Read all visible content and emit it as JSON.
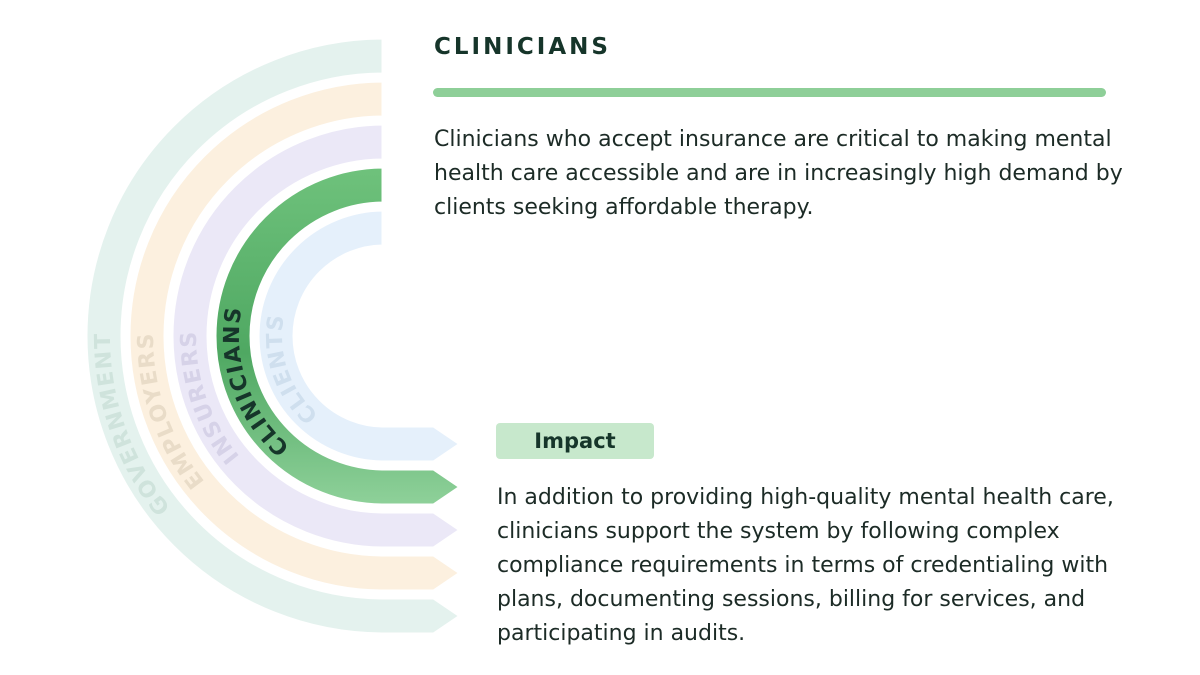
{
  "diagram": {
    "rings": [
      {
        "label": "GOVERNMENT",
        "fill": "#e4f2ee",
        "text_color": "#cfe3dc",
        "active": false
      },
      {
        "label": "EMPLOYERS",
        "fill": "#fcf0df",
        "text_color": "#e9dcc8",
        "active": false
      },
      {
        "label": "INSURERS",
        "fill": "#ebe8f7",
        "text_color": "#d6d2e8",
        "active": false
      },
      {
        "label": "CLINICIANS",
        "fill": "#5fb86e",
        "text_color": "#16352a",
        "active": true
      },
      {
        "label": "CLIENTS",
        "fill": "#e5f0fb",
        "text_color": "#cfdfee",
        "active": false
      }
    ]
  },
  "section": {
    "title": "CLINICIANS",
    "description": "Clinicians who accept insurance are critical to making mental health care accessible and are in increasingly high demand by clients seeking affordable therapy.",
    "impact_label": "Impact",
    "impact_text": "In addition to providing high-quality mental health care, clinicians support the system by following complex compliance requirements in terms of credentialing with plans, documenting sessions, billing for services, and participating in audits."
  },
  "colors": {
    "accent": "#8ecf98",
    "active_ring": "#5fb86e",
    "badge_bg": "#c7e8cc",
    "heading": "#16352a"
  }
}
